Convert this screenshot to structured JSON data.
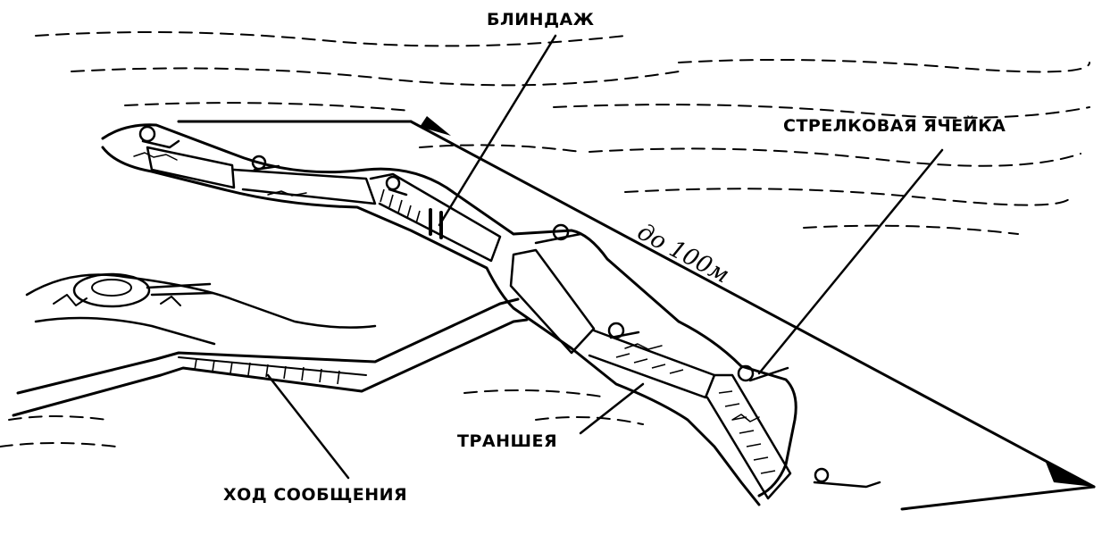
{
  "labels": {
    "dugout": "БЛИНДАЖ",
    "rifle_cell": "СТРЕЛКОВАЯ ЯЧЕЙКА",
    "trench": "ТРАНШЕЯ",
    "communication_passage": "ХОД СООБЩЕНИЯ",
    "distance": "до 100м"
  }
}
